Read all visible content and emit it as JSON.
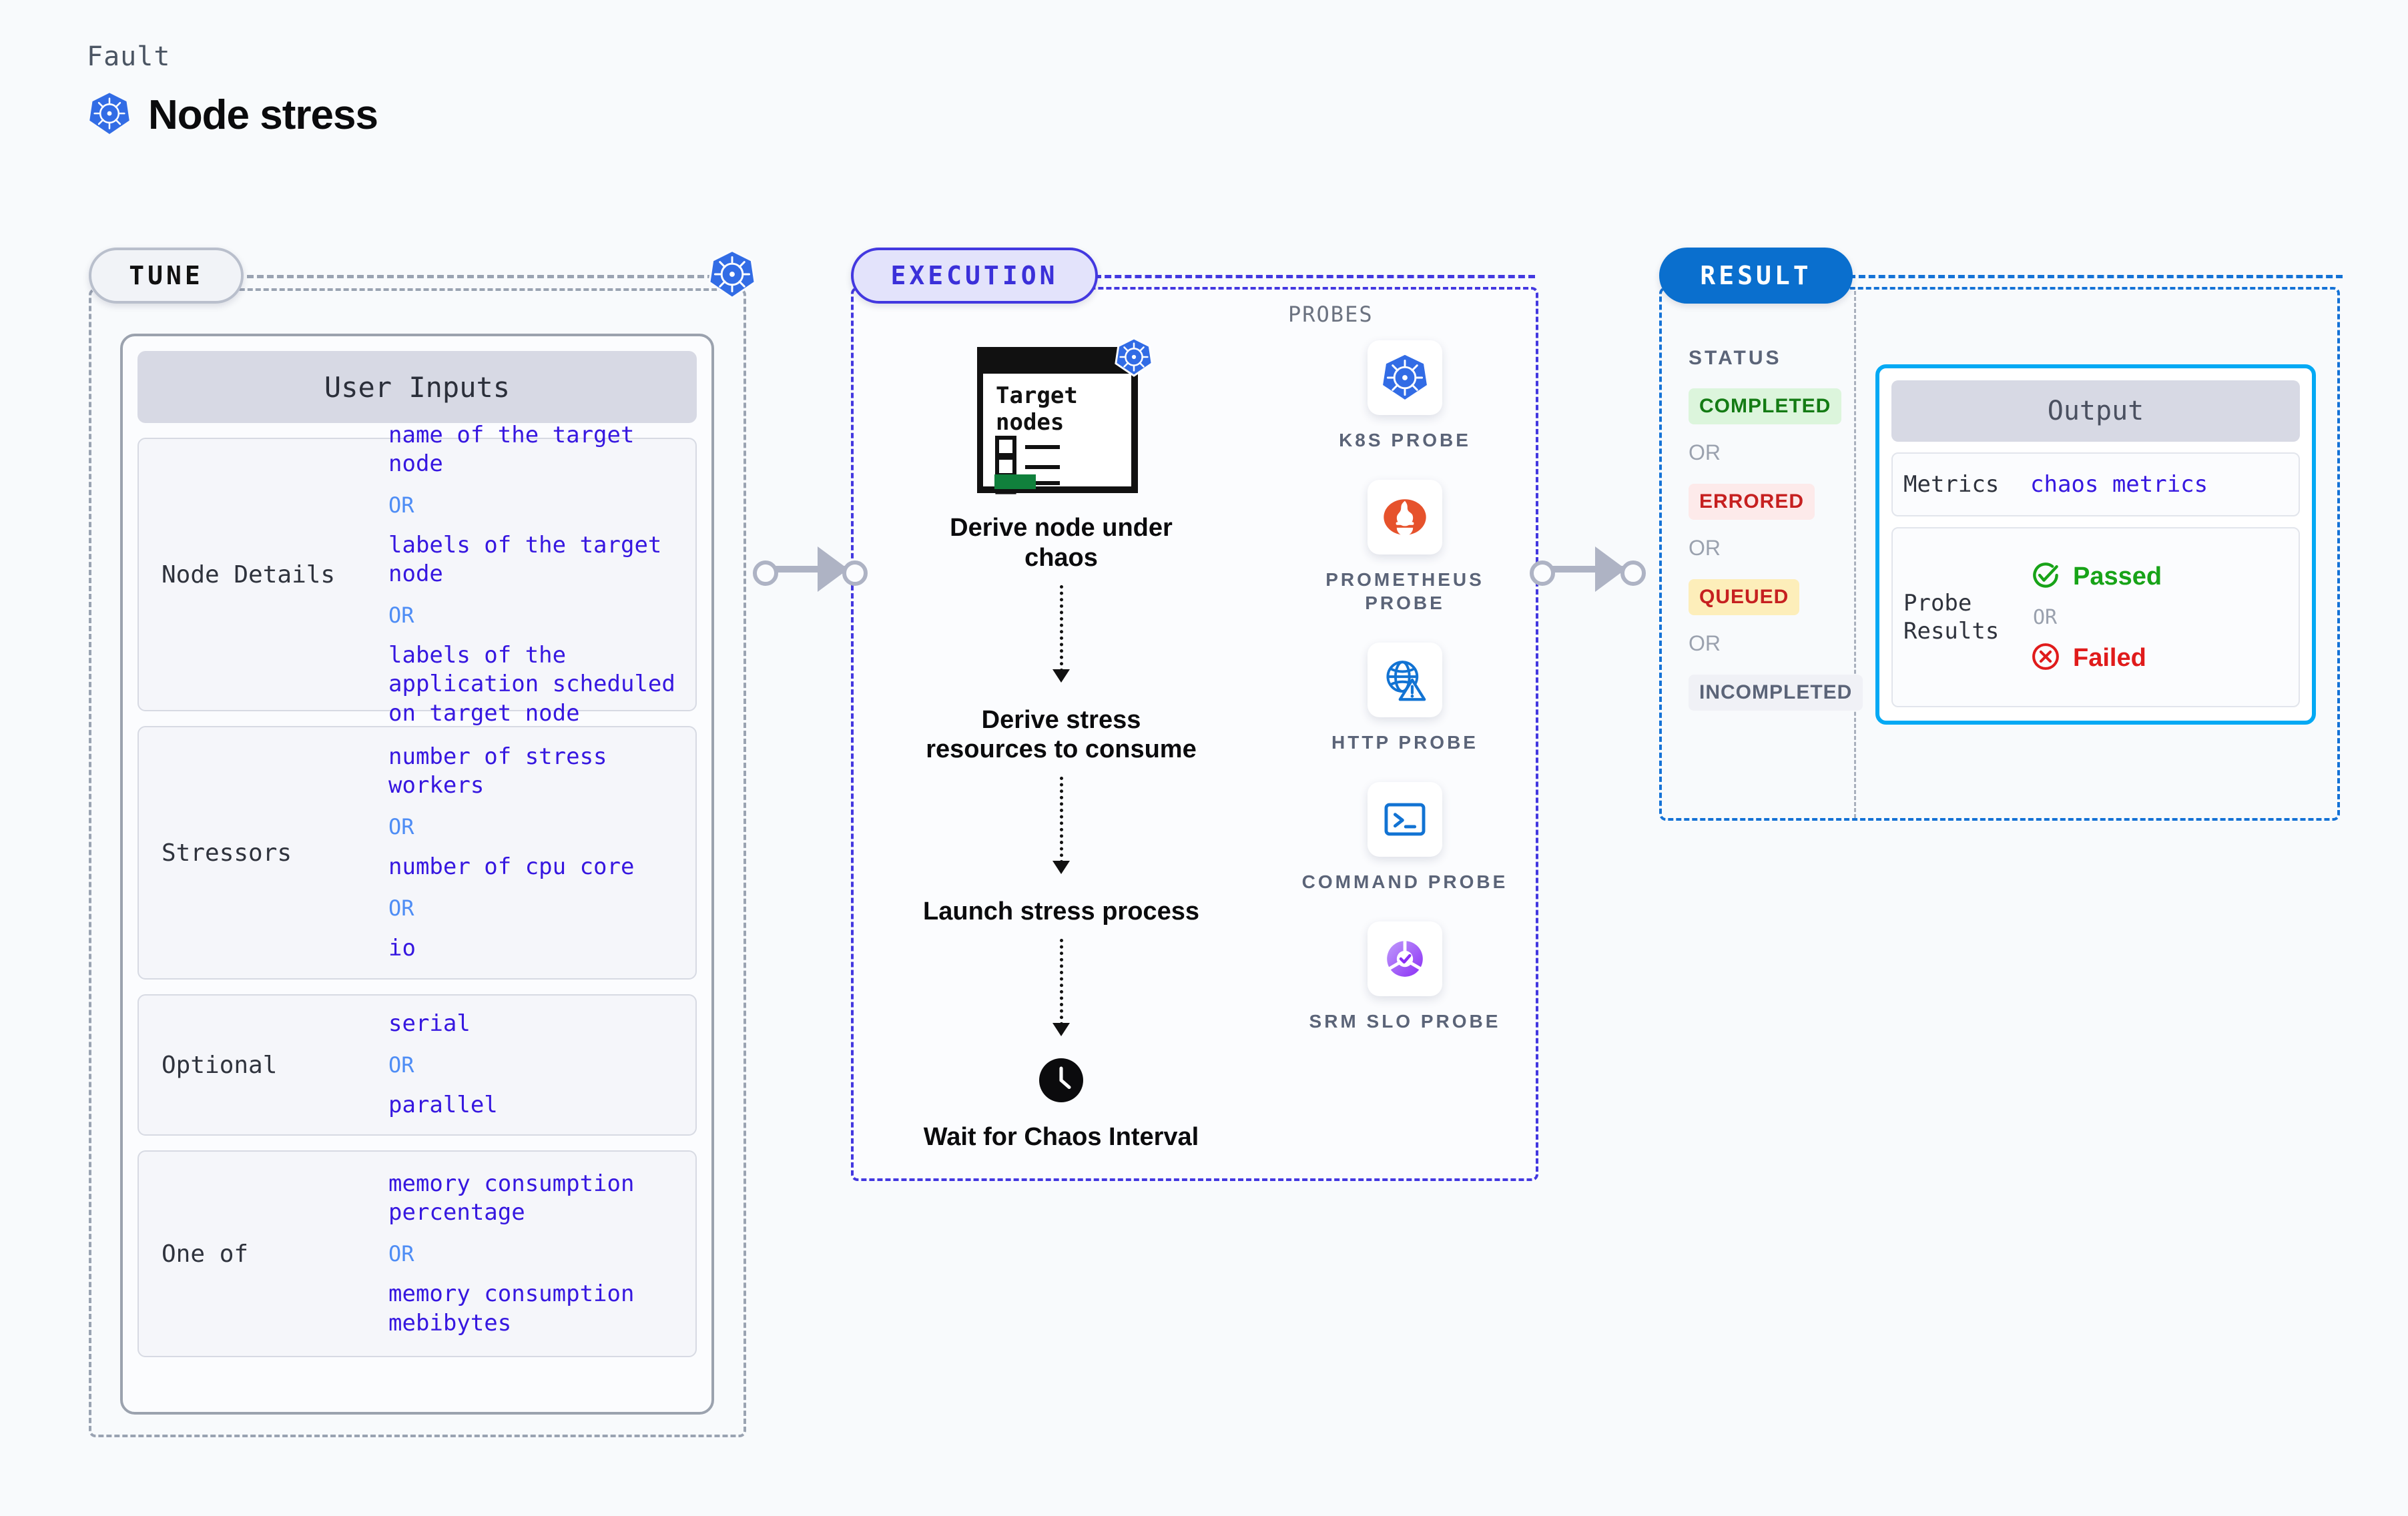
{
  "header": {
    "eyebrow": "Fault",
    "title": "Node stress",
    "icon": "kubernetes-icon"
  },
  "tune": {
    "badge": "TUNE",
    "icon": "kubernetes-icon",
    "card_title": "User Inputs",
    "groups": [
      {
        "label": "Node Details",
        "items": [
          {
            "type": "value",
            "text": "name of the target node"
          },
          {
            "type": "or",
            "text": "OR"
          },
          {
            "type": "value",
            "text": "labels of the target node"
          },
          {
            "type": "or",
            "text": "OR"
          },
          {
            "type": "value",
            "text": "labels of the application scheduled on target node"
          }
        ]
      },
      {
        "label": "Stressors",
        "items": [
          {
            "type": "value",
            "text": "number of stress workers"
          },
          {
            "type": "or",
            "text": "OR"
          },
          {
            "type": "value",
            "text": "number of cpu core"
          },
          {
            "type": "or",
            "text": "OR"
          },
          {
            "type": "value",
            "text": "io"
          }
        ]
      },
      {
        "label": "Optional",
        "items": [
          {
            "type": "value",
            "text": "serial"
          },
          {
            "type": "or",
            "text": "OR"
          },
          {
            "type": "value",
            "text": "parallel"
          }
        ]
      },
      {
        "label": "One of",
        "items": [
          {
            "type": "value",
            "text": "memory consumption percentage"
          },
          {
            "type": "or",
            "text": "OR"
          },
          {
            "type": "value",
            "text": "memory consumption mebibytes"
          }
        ]
      }
    ]
  },
  "execution": {
    "badge": "EXECUTION",
    "steps": [
      {
        "icon": "target-nodes-window-icon",
        "icon_title": "Target nodes",
        "label": "Derive node under chaos"
      },
      {
        "icon": "none",
        "label": "Derive stress resources to consume"
      },
      {
        "icon": "none",
        "label": "Launch stress process"
      },
      {
        "icon": "clock-icon",
        "label": "Wait for Chaos Interval"
      }
    ],
    "probes_label": "PROBES",
    "probes": [
      {
        "icon": "kubernetes-icon",
        "name": "K8S PROBE"
      },
      {
        "icon": "prometheus-icon",
        "name": "PROMETHEUS PROBE"
      },
      {
        "icon": "globe-warning-icon",
        "name": "HTTP PROBE"
      },
      {
        "icon": "terminal-icon",
        "name": "COMMAND PROBE"
      },
      {
        "icon": "srm-slo-icon",
        "name": "SRM SLO PROBE"
      }
    ]
  },
  "result": {
    "badge": "RESULT",
    "status_title": "STATUS",
    "statuses": [
      {
        "label": "COMPLETED",
        "bg": "#dcf5dc",
        "color": "#147b14"
      },
      {
        "label": "OR",
        "type": "or"
      },
      {
        "label": "ERRORED",
        "bg": "#fdeaea",
        "color": "#c62020"
      },
      {
        "label": "OR",
        "type": "or"
      },
      {
        "label": "QUEUED",
        "bg": "#fdeeba",
        "color": "#c62020"
      },
      {
        "label": "OR",
        "type": "or"
      },
      {
        "label": "INCOMPLETED",
        "bg": "#f0f1f6",
        "color": "#5b6478"
      }
    ],
    "output": {
      "title": "Output",
      "metrics_label": "Metrics",
      "metrics_value": "chaos metrics",
      "probe_results_label": "Probe Results",
      "passed": "Passed",
      "or": "OR",
      "failed": "Failed"
    }
  },
  "colors": {
    "background": "#f8fafc",
    "tune_accent": "#9aa3b2",
    "execution_accent": "#4338e0",
    "result_accent": "#1472d6",
    "output_accent": "#03a9f4",
    "value_text": "#3617e0",
    "or_text": "#4e8df5",
    "passed": "#18a318",
    "failed": "#e01b1b"
  }
}
